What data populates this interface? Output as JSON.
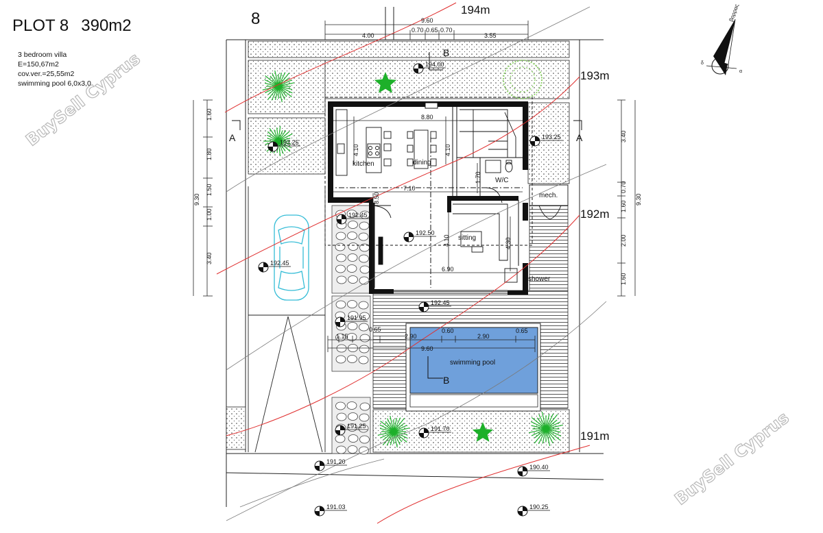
{
  "header": {
    "plot": "PLOT 8",
    "area": "390m2",
    "plot_number": "8"
  },
  "info": [
    "3 bedroom villa",
    "E=150,67m2",
    "cov.ver.=25,55m2",
    "swimming pool 6,0x3,0"
  ],
  "rooms": {
    "kitchen": "kitchen",
    "dining": "dining",
    "wc": "W/C",
    "mech": "mech.",
    "sitting": "sitting",
    "shower": "shower",
    "pool": "swimming pool"
  },
  "contours": [
    "194m",
    "193m",
    "192m",
    "191m"
  ],
  "levels": [
    "194.00",
    "193.25",
    "193.25",
    "192.45",
    "192.50",
    "192.45",
    "192.45",
    "191.95",
    "191.25",
    "191.70",
    "191.20",
    "190.40",
    "191.03",
    "190.25"
  ],
  "dimensions": {
    "top_total": "9.60",
    "top_parts": [
      "4.00",
      "0.70",
      "0.65",
      "0.70",
      "3.55"
    ],
    "inner_width": "8.80",
    "width_710": "7.10",
    "width_690": "6.90",
    "h_410a": "4.10",
    "h_410b": "4.10",
    "h_170": "1.70",
    "h_850": "8.50",
    "h_410c": "4.10",
    "h_430": "4.30",
    "left_total": "9.30",
    "left_parts": [
      "1.60",
      "1.80",
      "1.50",
      "1.00",
      "3.40"
    ],
    "right_total": "9.30",
    "right_parts": [
      "3.40",
      "0.70",
      "1.60",
      "2.00",
      "1.60"
    ],
    "pool_parts": [
      "1.15",
      "0.65",
      "2.90",
      "0.60",
      "2.90",
      "0.65"
    ],
    "pool_total": "9.60"
  },
  "section_labels": [
    "B",
    "B",
    "A",
    "A"
  ],
  "compass": "βορρας",
  "watermark": "BuySell Cyprus",
  "colors": {
    "pool": "#6fa0db",
    "contour_line": "#e03030",
    "car": "#33bcd6",
    "palm": "#1db02a"
  }
}
